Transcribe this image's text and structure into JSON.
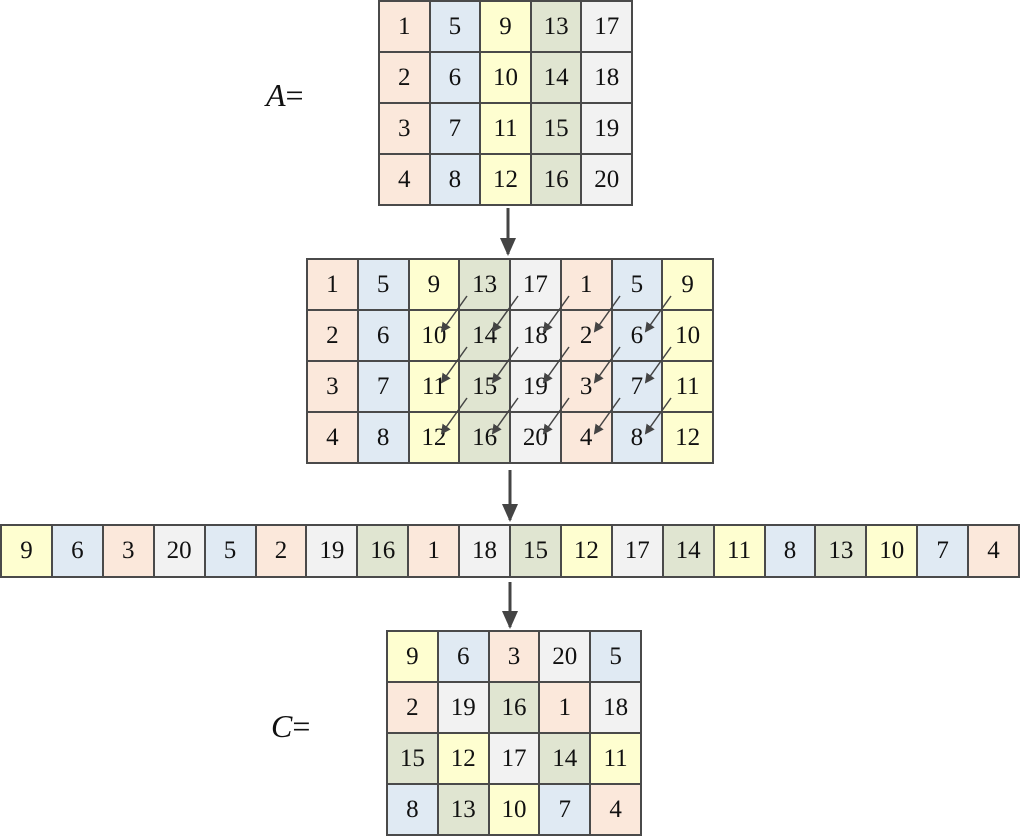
{
  "colors": {
    "orange": "#fbe8db",
    "blue": "#e0eaf3",
    "yellow": "#fefed0",
    "green": "#e0e5d1",
    "gray": "#f2f2f2",
    "border": "#4a4a4a",
    "arrow": "#444444"
  },
  "labels": {
    "A": "A",
    "C": "C",
    "equals": "="
  },
  "matrix_A": {
    "rows": [
      [
        {
          "v": "1",
          "c": "orange"
        },
        {
          "v": "5",
          "c": "blue"
        },
        {
          "v": "9",
          "c": "yellow"
        },
        {
          "v": "13",
          "c": "green"
        },
        {
          "v": "17",
          "c": "gray"
        }
      ],
      [
        {
          "v": "2",
          "c": "orange"
        },
        {
          "v": "6",
          "c": "blue"
        },
        {
          "v": "10",
          "c": "yellow"
        },
        {
          "v": "14",
          "c": "green"
        },
        {
          "v": "18",
          "c": "gray"
        }
      ],
      [
        {
          "v": "3",
          "c": "orange"
        },
        {
          "v": "7",
          "c": "blue"
        },
        {
          "v": "11",
          "c": "yellow"
        },
        {
          "v": "15",
          "c": "green"
        },
        {
          "v": "19",
          "c": "gray"
        }
      ],
      [
        {
          "v": "4",
          "c": "orange"
        },
        {
          "v": "8",
          "c": "blue"
        },
        {
          "v": "12",
          "c": "yellow"
        },
        {
          "v": "16",
          "c": "green"
        },
        {
          "v": "20",
          "c": "gray"
        }
      ]
    ]
  },
  "matrix_extended": {
    "rows": [
      [
        {
          "v": "1",
          "c": "orange"
        },
        {
          "v": "5",
          "c": "blue"
        },
        {
          "v": "9",
          "c": "yellow"
        },
        {
          "v": "13",
          "c": "green"
        },
        {
          "v": "17",
          "c": "gray"
        },
        {
          "v": "1",
          "c": "orange"
        },
        {
          "v": "5",
          "c": "blue"
        },
        {
          "v": "9",
          "c": "yellow"
        }
      ],
      [
        {
          "v": "2",
          "c": "orange"
        },
        {
          "v": "6",
          "c": "blue"
        },
        {
          "v": "10",
          "c": "yellow"
        },
        {
          "v": "14",
          "c": "green"
        },
        {
          "v": "18",
          "c": "gray"
        },
        {
          "v": "2",
          "c": "orange"
        },
        {
          "v": "6",
          "c": "blue"
        },
        {
          "v": "10",
          "c": "yellow"
        }
      ],
      [
        {
          "v": "3",
          "c": "orange"
        },
        {
          "v": "7",
          "c": "blue"
        },
        {
          "v": "11",
          "c": "yellow"
        },
        {
          "v": "15",
          "c": "green"
        },
        {
          "v": "19",
          "c": "gray"
        },
        {
          "v": "3",
          "c": "orange"
        },
        {
          "v": "7",
          "c": "blue"
        },
        {
          "v": "11",
          "c": "yellow"
        }
      ],
      [
        {
          "v": "4",
          "c": "orange"
        },
        {
          "v": "8",
          "c": "blue"
        },
        {
          "v": "12",
          "c": "yellow"
        },
        {
          "v": "16",
          "c": "green"
        },
        {
          "v": "20",
          "c": "gray"
        },
        {
          "v": "4",
          "c": "orange"
        },
        {
          "v": "8",
          "c": "blue"
        },
        {
          "v": "12",
          "c": "yellow"
        }
      ]
    ],
    "diagonal_arrows_from_to": [
      [
        "13",
        "4"
      ],
      [
        "17",
        "8"
      ],
      [
        "1",
        "12"
      ],
      [
        "5",
        "16"
      ],
      [
        "9",
        "20"
      ]
    ]
  },
  "sequence": [
    {
      "v": "9",
      "c": "yellow"
    },
    {
      "v": "6",
      "c": "blue"
    },
    {
      "v": "3",
      "c": "orange"
    },
    {
      "v": "20",
      "c": "gray"
    },
    {
      "v": "5",
      "c": "blue"
    },
    {
      "v": "2",
      "c": "orange"
    },
    {
      "v": "19",
      "c": "gray"
    },
    {
      "v": "16",
      "c": "green"
    },
    {
      "v": "1",
      "c": "orange"
    },
    {
      "v": "18",
      "c": "gray"
    },
    {
      "v": "15",
      "c": "green"
    },
    {
      "v": "12",
      "c": "yellow"
    },
    {
      "v": "17",
      "c": "gray"
    },
    {
      "v": "14",
      "c": "green"
    },
    {
      "v": "11",
      "c": "yellow"
    },
    {
      "v": "8",
      "c": "blue"
    },
    {
      "v": "13",
      "c": "green"
    },
    {
      "v": "10",
      "c": "yellow"
    },
    {
      "v": "7",
      "c": "blue"
    },
    {
      "v": "4",
      "c": "orange"
    }
  ],
  "matrix_C": {
    "rows": [
      [
        {
          "v": "9",
          "c": "yellow"
        },
        {
          "v": "6",
          "c": "blue"
        },
        {
          "v": "3",
          "c": "orange"
        },
        {
          "v": "20",
          "c": "gray"
        },
        {
          "v": "5",
          "c": "blue"
        }
      ],
      [
        {
          "v": "2",
          "c": "orange"
        },
        {
          "v": "19",
          "c": "gray"
        },
        {
          "v": "16",
          "c": "green"
        },
        {
          "v": "1",
          "c": "orange"
        },
        {
          "v": "18",
          "c": "gray"
        }
      ],
      [
        {
          "v": "15",
          "c": "green"
        },
        {
          "v": "12",
          "c": "yellow"
        },
        {
          "v": "17",
          "c": "gray"
        },
        {
          "v": "14",
          "c": "green"
        },
        {
          "v": "11",
          "c": "yellow"
        }
      ],
      [
        {
          "v": "8",
          "c": "blue"
        },
        {
          "v": "13",
          "c": "green"
        },
        {
          "v": "10",
          "c": "yellow"
        },
        {
          "v": "7",
          "c": "blue"
        },
        {
          "v": "4",
          "c": "orange"
        }
      ]
    ]
  }
}
